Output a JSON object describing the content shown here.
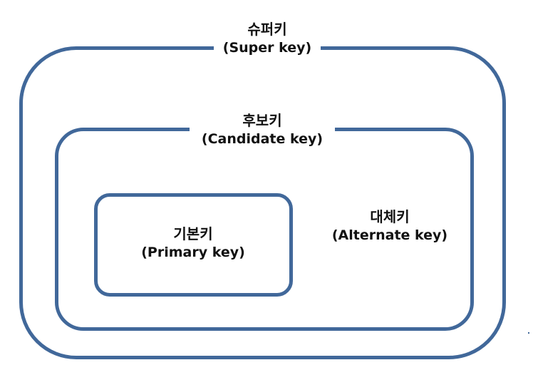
{
  "diagram": {
    "super_key": {
      "ko": "슈퍼키",
      "en": "(Super key)"
    },
    "candidate_key": {
      "ko": "후보키",
      "en": "(Candidate key)"
    },
    "primary_key": {
      "ko": "기본키",
      "en": "(Primary key)"
    },
    "alternate_key": {
      "ko": "대체키",
      "en": "(Alternate key)"
    },
    "colors": {
      "border": "#41689a",
      "text": "#111111",
      "background": "#ffffff"
    }
  }
}
